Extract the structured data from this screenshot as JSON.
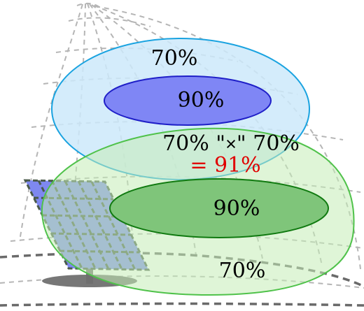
{
  "labels": {
    "blue_outer": "70%",
    "blue_inner": "90%",
    "combined_open": "70% \"",
    "combined_times": "×",
    "combined_close": "\" 70%",
    "result": "= 91%",
    "green_inner": "90%",
    "green_outer": "70%"
  },
  "colors": {
    "blue_outer_fill": "#cde9fa",
    "blue_outer_stroke": "#1aa3e0",
    "blue_inner_fill": "#7f86f5",
    "blue_inner_stroke": "#1f1fc8",
    "green_outer_fill": "#d6f1cc",
    "green_outer_stroke": "#4fc24a",
    "green_inner_fill": "#7fc57a",
    "green_inner_stroke": "#107a10",
    "result_text": "#e00000",
    "panel_fill": "#7e88f0",
    "grid_line": "#b5b5b5",
    "horizon_line": "#6a6a6a"
  },
  "icons": [
    "solar-panel-icon"
  ]
}
